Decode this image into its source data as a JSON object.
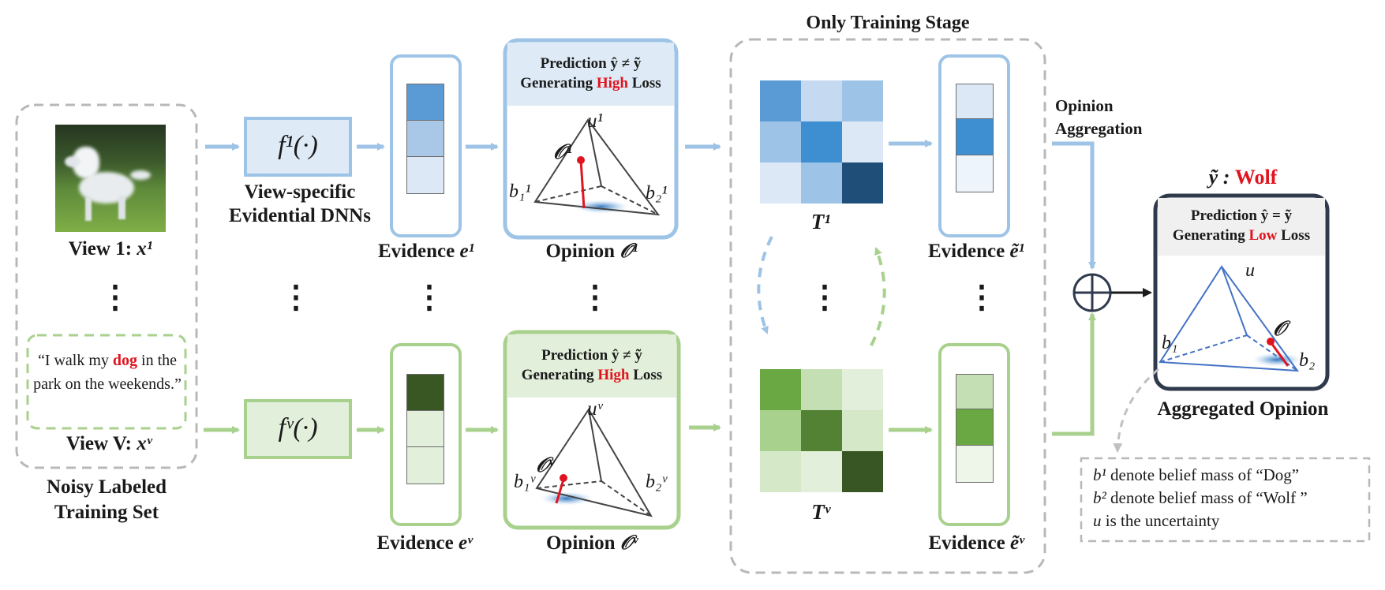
{
  "dataset": {
    "view1_label": "View 1: ",
    "view1_var": "x¹",
    "text_sample": "“I walk my dog in the park on the weekends.”",
    "text_sample_pre": "“I walk my ",
    "text_sample_highlight": "dog",
    "text_sample_post": " in the park on the weekends.”",
    "viewV_label": "View V: ",
    "viewV_var": "xᵛ",
    "caption_line1": "Noisy Labeled",
    "caption_line2": "Training Set",
    "image_icon": "dog-photo-icon"
  },
  "networks": {
    "f1_label": "f¹(·)",
    "fV_label": "fᵛ(·)",
    "caption_line1": "View-specific",
    "caption_line2": "Evidential DNNs"
  },
  "evidence": {
    "e1_label": "Evidence ",
    "e1_var": "e¹",
    "eV_label": "Evidence ",
    "eV_var": "eᵛ",
    "e1_cells": [
      "#5b9bd5",
      "#a9c8e8",
      "#dce8f5"
    ],
    "eV_cells": [
      "#385723",
      "#e2efda",
      "#e2efda"
    ]
  },
  "opinion_top": {
    "line1": "Prediction ŷ ≠ ỹ",
    "line2_pre": "Generating ",
    "line2_highlight": "High",
    "line2_post": " Loss",
    "u": "u¹",
    "o": "𝒪¹",
    "b1": "b₁¹",
    "b2": "b₂¹",
    "caption_label": "Opinion ",
    "caption_var": "𝒪¹",
    "head_color": "#deebf7"
  },
  "opinion_bottom": {
    "line1": "Prediction ŷ ≠ ỹ",
    "line2_pre": "Generating ",
    "line2_highlight": "High",
    "line2_post": " Loss",
    "u": "uᵛ",
    "o": "𝒪ᵛ",
    "b1": "b₁ᵛ",
    "b2": "b₂ᵛ",
    "caption_label": "Opinion ",
    "caption_var": "𝒪ᵛ",
    "head_color": "#e2efda"
  },
  "training_stage": {
    "title": "Only Training Stage",
    "t1_label": "T¹",
    "tV_label": "Tᵛ",
    "t1_cells": [
      "#5b9bd5",
      "#c5daf0",
      "#9dc3e6",
      "#9dc3e6",
      "#3d8fd1",
      "#dce8f5",
      "#dce8f5",
      "#9dc3e6",
      "#1f4e79"
    ],
    "tV_cells": [
      "#6aa843",
      "#c5dfb5",
      "#e2efda",
      "#a9d18e",
      "#548235",
      "#d5e8c8",
      "#d5e8c8",
      "#e2efda",
      "#375623"
    ],
    "et1_label": "Evidence ",
    "et1_var": "ẽ¹",
    "etV_label": "Evidence ",
    "etV_var": "ẽᵛ",
    "et1_cells": [
      "#dce8f5",
      "#3d8fd1",
      "#eef4fb"
    ],
    "etV_cells": [
      "#c5dfb5",
      "#6aa843",
      "#eef6ea"
    ]
  },
  "aggregation": {
    "label_line1": "Opinion",
    "label_line2": "Aggregation",
    "y_label": "ỹ : ",
    "y_value": "Wolf",
    "line1": "Prediction ŷ = ỹ",
    "line2_pre": "Generating ",
    "line2_highlight": "Low",
    "line2_post": " Loss",
    "u": "u",
    "o": "𝒪",
    "b1": "b₁",
    "b2": "b₂",
    "caption": "Aggregated Opinion",
    "plus_icon": "circled-plus-icon"
  },
  "legend_note": {
    "line1_var": "b¹",
    "line1_text": " denote belief mass of “Dog”",
    "line2_var": "b²",
    "line2_text": " denote belief mass of “Wolf ”",
    "line3_var": "u",
    "line3_text": " is the uncertainty"
  },
  "ellipsis": "⋮",
  "colors": {
    "blue_border": "#9dc3e6",
    "blue_fill": "#deebf7",
    "green_border": "#a9d18e",
    "green_fill": "#e2efda",
    "dark_border": "#2f3b4c",
    "gray_dash": "#b0b0b0",
    "red": "#e0141e"
  }
}
